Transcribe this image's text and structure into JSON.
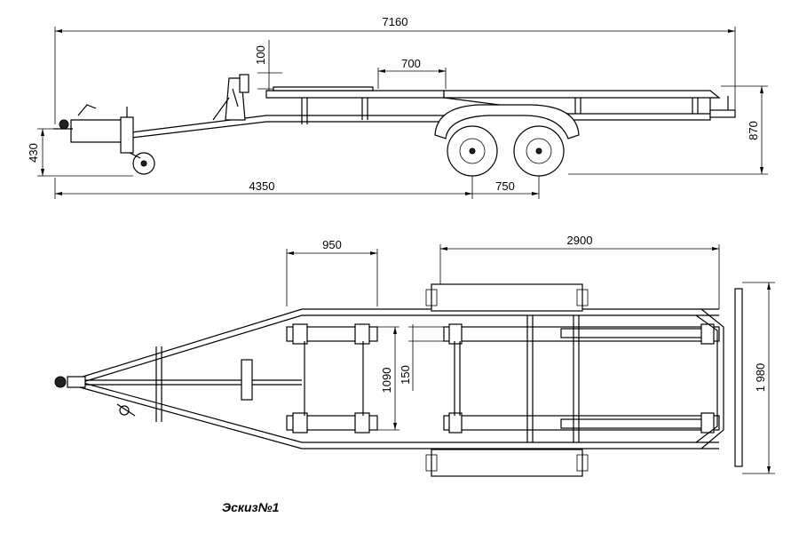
{
  "side_view": {
    "dimensions": {
      "overall_length": "7160",
      "jack_height": "100",
      "bunk_length": "700",
      "hitch_height": "430",
      "overall_height": "870",
      "hitch_to_axle": "4350",
      "axle_spacing": "750"
    }
  },
  "top_view": {
    "dimensions": {
      "front_support_length": "950",
      "rear_support_length": "2900",
      "support_width": "1090",
      "support_offset": "150",
      "overall_width": "1 980"
    }
  },
  "caption": "Эскиз№1"
}
